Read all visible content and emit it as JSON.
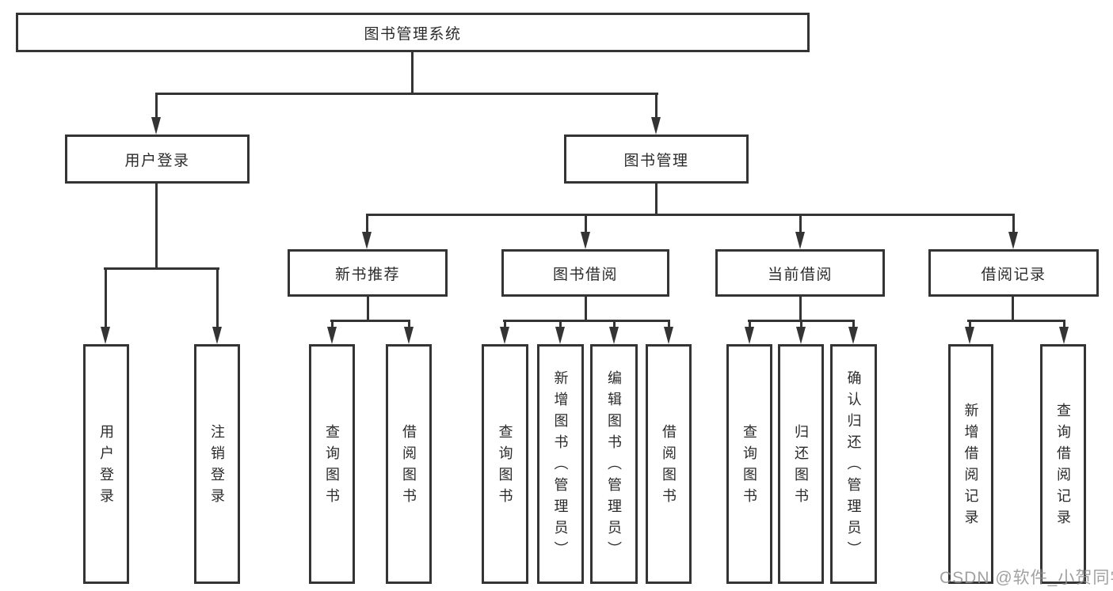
{
  "tree": {
    "label": "图书管理系统",
    "children": [
      {
        "label": "用户登录",
        "children": [
          {
            "label": "用户登录"
          },
          {
            "label": "注销登录"
          }
        ]
      },
      {
        "label": "图书管理",
        "children": [
          {
            "label": "新书推荐",
            "children": [
              {
                "label": "查询图书"
              },
              {
                "label": "借阅图书"
              }
            ]
          },
          {
            "label": "图书借阅",
            "children": [
              {
                "label": "查询图书"
              },
              {
                "label": "新增图书（管理员）"
              },
              {
                "label": "编辑图书（管理员）"
              },
              {
                "label": "借阅图书"
              }
            ]
          },
          {
            "label": "当前借阅",
            "children": [
              {
                "label": "查询图书"
              },
              {
                "label": "归还图书"
              },
              {
                "label": "确认归还（管理员）"
              }
            ]
          },
          {
            "label": "借阅记录",
            "children": [
              {
                "label": "新增借阅记录"
              },
              {
                "label": "查询借阅记录"
              }
            ]
          }
        ]
      }
    ]
  },
  "watermark": {
    "text": "CSDN @软件_小贺同学"
  },
  "colors": {
    "line": "#343434",
    "box_border": "#343434",
    "text": "#2b2b2b",
    "watermark": "#919191",
    "background": "#ffffff"
  }
}
